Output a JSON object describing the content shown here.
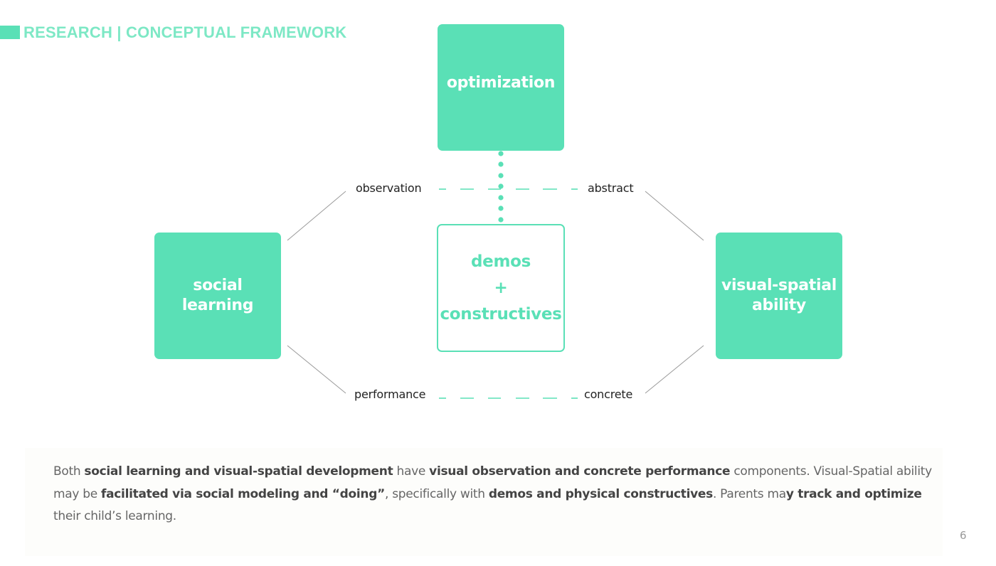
{
  "header": {
    "title": "RESEARCH | CONCEPTUAL FRAMEWORK"
  },
  "diagram": {
    "accent_color": "#5ae0b6",
    "nodes": {
      "top": {
        "label": "optimization"
      },
      "left": {
        "label_line1": "social",
        "label_line2": "learning"
      },
      "right": {
        "label_line1": "visual-spatial",
        "label_line2": "ability"
      },
      "center": {
        "line1": "demos",
        "line2": "+",
        "line3": "constructives"
      }
    },
    "axis_labels": {
      "top_left": "observation",
      "top_right": "abstract",
      "bottom_left": "performance",
      "bottom_right": "concrete"
    }
  },
  "body": {
    "segments": [
      {
        "text": "Both ",
        "bold": false
      },
      {
        "text": "social learning and visual-spatial development",
        "bold": true
      },
      {
        "text": " have ",
        "bold": false
      },
      {
        "text": "visual observation and concrete performance",
        "bold": true
      },
      {
        "text": " components. Visual-Spatial ability may be ",
        "bold": false
      },
      {
        "text": "facilitated via social modeling and “doing”",
        "bold": true
      },
      {
        "text": ", specifically with ",
        "bold": false
      },
      {
        "text": "demos and physical constructives",
        "bold": true
      },
      {
        "text": ". Parents ma",
        "bold": false
      },
      {
        "text": "y track and optimize",
        "bold": true
      },
      {
        "text": " their child’s learning.",
        "bold": false
      }
    ]
  },
  "footer": {
    "page_number": "6"
  }
}
